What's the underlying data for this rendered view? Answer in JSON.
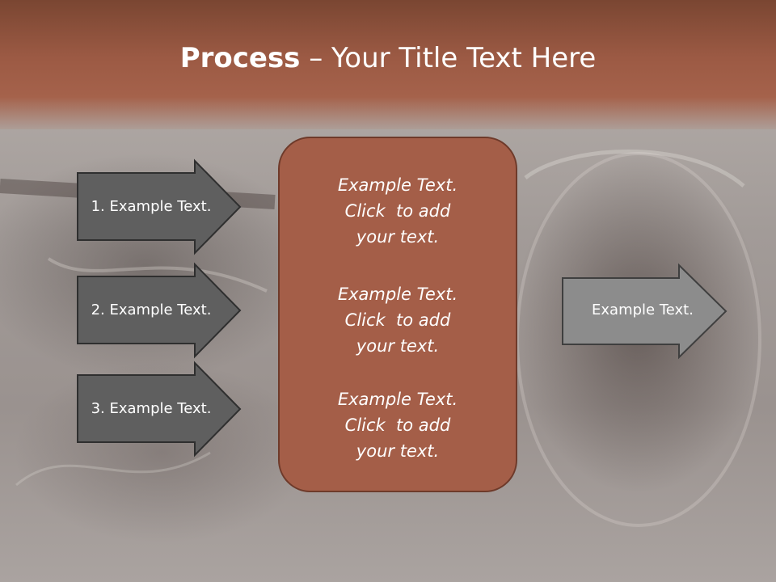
{
  "slide": {
    "title_bold": "Process",
    "title_rest": " – Your Title Text Here"
  },
  "left_arrows": [
    {
      "label": "1. Example Text."
    },
    {
      "label": "2. Example Text."
    },
    {
      "label": "3. Example Text."
    }
  ],
  "center": {
    "blocks": [
      {
        "line1": "Example Text.",
        "line2": "Click  to add",
        "line3": "your text."
      },
      {
        "line1": "Example Text.",
        "line2": "Click  to add",
        "line3": "your text."
      },
      {
        "line1": "Example Text.",
        "line2": "Click  to add",
        "line3": "your text."
      }
    ]
  },
  "right_arrow": {
    "label": "Example Text."
  },
  "colors": {
    "header": "#9c5a44",
    "center_box": "#a45e48",
    "left_arrow_fill": "#5f5f5f",
    "right_arrow_fill": "#8c8c8c"
  }
}
